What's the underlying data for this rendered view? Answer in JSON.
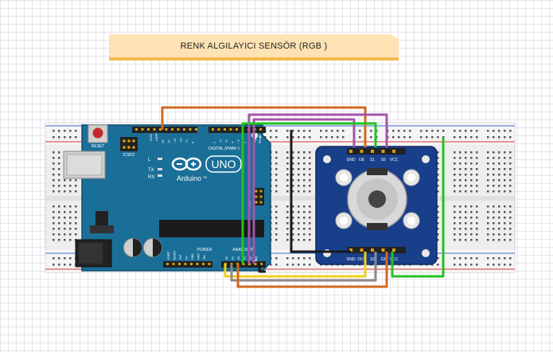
{
  "title": "RENK ALGILAYICI SENSÖR (RGB )",
  "arduino": {
    "brand": "Arduino",
    "model": "UNO",
    "tm": "TM",
    "reset_label": "RESET",
    "icsp2_label": "ICSP2",
    "icsp_label": "ICSP",
    "aref_label": "AREF",
    "gnd_label": "GND",
    "digital_label": "DIGITAL (PWM~)",
    "led_labels": [
      "L",
      "TX",
      "RX"
    ],
    "tx_pin_label": "TX▶1",
    "rx_pin_label": "RX◀0",
    "power_label": "POWER",
    "analog_label": "ANALOG IN",
    "digital_pins": [
      "13",
      "12",
      "~11",
      "~10",
      "~9",
      "8",
      "7",
      "~6",
      "~5",
      "4",
      "~3",
      "2"
    ],
    "power_pins": [
      "IOREF",
      "RESET",
      "3V3",
      "5V",
      "GND",
      "GND",
      "VIN"
    ],
    "analog_pins": [
      "A0",
      "A1",
      "A2",
      "A3",
      "A4",
      "A5"
    ]
  },
  "sensor": {
    "top_labels": [
      "GND",
      "OE",
      "S1",
      "S0",
      "VCC"
    ],
    "bottom_labels": [
      "GND",
      "OUT",
      "S2",
      "S3",
      "VCC"
    ]
  },
  "colors": {
    "orange": "#d2691e",
    "purple": "#a355a7",
    "green": "#22c322",
    "black": "#1a1a1a",
    "gray": "#8a8a8a",
    "yellow": "#f0d01c",
    "arduino_blue": "#1a6f98",
    "sensor_blue": "#1a3f8a"
  }
}
